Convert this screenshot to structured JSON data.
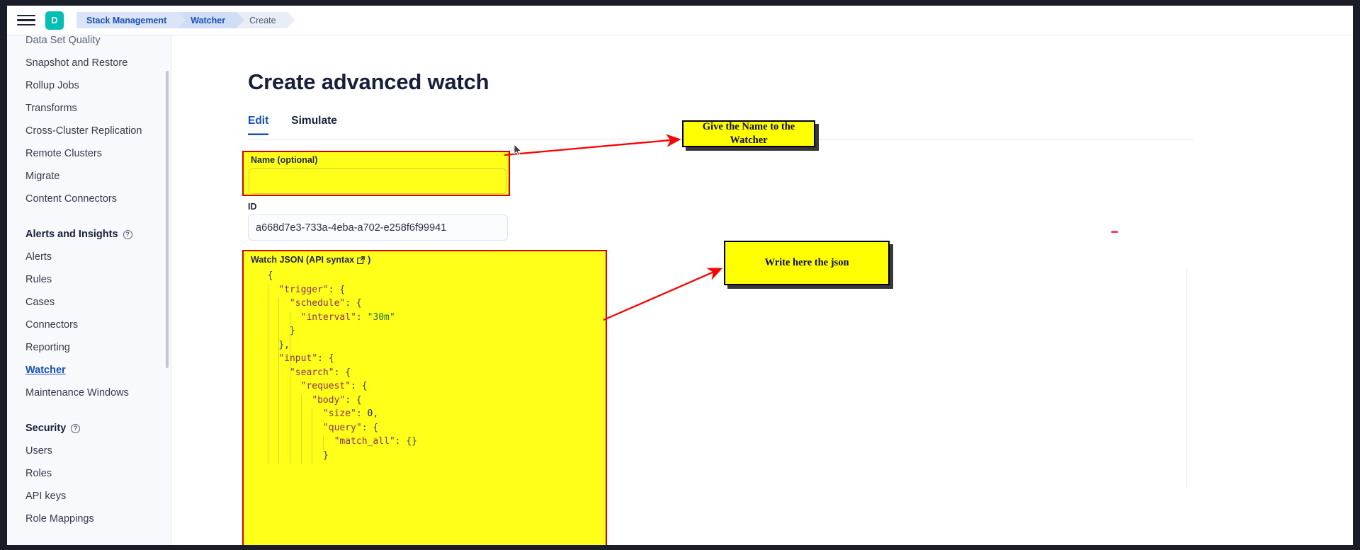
{
  "topbar": {
    "menu_icon": "hamburger-menu-icon",
    "avatar_letter": "D",
    "breadcrumbs": [
      {
        "label": "Stack Management"
      },
      {
        "label": "Watcher"
      },
      {
        "label": "Create"
      }
    ]
  },
  "sidebar": {
    "clipped_item": "Data Set Quality",
    "items": [
      {
        "label": "Snapshot and Restore"
      },
      {
        "label": "Rollup Jobs"
      },
      {
        "label": "Transforms"
      },
      {
        "label": "Cross-Cluster Replication"
      },
      {
        "label": "Remote Clusters"
      },
      {
        "label": "Migrate"
      },
      {
        "label": "Content Connectors"
      }
    ],
    "sections": [
      {
        "title": "Alerts and Insights",
        "help_icon": "question-circle-icon",
        "items": [
          {
            "label": "Alerts",
            "active": false
          },
          {
            "label": "Rules",
            "active": false
          },
          {
            "label": "Cases",
            "active": false
          },
          {
            "label": "Connectors",
            "active": false
          },
          {
            "label": "Reporting",
            "active": false
          },
          {
            "label": "Watcher",
            "active": true
          },
          {
            "label": "Maintenance Windows",
            "active": false
          }
        ]
      },
      {
        "title": "Security",
        "help_icon": "question-circle-icon",
        "items": [
          {
            "label": "Users",
            "active": false
          },
          {
            "label": "Roles",
            "active": false
          },
          {
            "label": "API keys",
            "active": false
          },
          {
            "label": "Role Mappings",
            "active": false
          }
        ]
      }
    ]
  },
  "main": {
    "title": "Create advanced watch",
    "tabs": [
      {
        "label": "Edit",
        "active": true
      },
      {
        "label": "Simulate",
        "active": false
      }
    ],
    "name_field": {
      "label": "Name (optional)",
      "value": "",
      "placeholder": ""
    },
    "id_field": {
      "label": "ID",
      "value": "a668d7e3-733a-4eba-a702-e258f6f99941"
    },
    "json_field": {
      "label": "Watch JSON (API syntax",
      "label_suffix": ")",
      "external_link_icon": "external-link-icon",
      "code_lines": [
        {
          "indent": 0,
          "parts": [
            {
              "t": "{",
              "c": "p"
            }
          ]
        },
        {
          "indent": 1,
          "parts": [
            {
              "t": "\"trigger\"",
              "c": "k"
            },
            {
              "t": ": {",
              "c": "p"
            }
          ]
        },
        {
          "indent": 2,
          "parts": [
            {
              "t": "\"schedule\"",
              "c": "k"
            },
            {
              "t": ": {",
              "c": "p"
            }
          ]
        },
        {
          "indent": 3,
          "parts": [
            {
              "t": "\"interval\"",
              "c": "k"
            },
            {
              "t": ": ",
              "c": "p"
            },
            {
              "t": "\"30m\"",
              "c": "s"
            }
          ]
        },
        {
          "indent": 2,
          "parts": [
            {
              "t": "}",
              "c": "p"
            }
          ]
        },
        {
          "indent": 1,
          "parts": [
            {
              "t": "},",
              "c": "p"
            }
          ]
        },
        {
          "indent": 1,
          "parts": [
            {
              "t": "\"input\"",
              "c": "k"
            },
            {
              "t": ": {",
              "c": "p"
            }
          ]
        },
        {
          "indent": 2,
          "parts": [
            {
              "t": "\"search\"",
              "c": "k"
            },
            {
              "t": ": {",
              "c": "p"
            }
          ]
        },
        {
          "indent": 3,
          "parts": [
            {
              "t": "\"request\"",
              "c": "k"
            },
            {
              "t": ": {",
              "c": "p"
            }
          ]
        },
        {
          "indent": 4,
          "parts": [
            {
              "t": "\"body\"",
              "c": "k"
            },
            {
              "t": ": {",
              "c": "p"
            }
          ]
        },
        {
          "indent": 5,
          "parts": [
            {
              "t": "\"size\"",
              "c": "k"
            },
            {
              "t": ": ",
              "c": "p"
            },
            {
              "t": "0",
              "c": "n"
            },
            {
              "t": ",",
              "c": "p"
            }
          ]
        },
        {
          "indent": 5,
          "parts": [
            {
              "t": "\"query\"",
              "c": "k"
            },
            {
              "t": ": {",
              "c": "p"
            }
          ]
        },
        {
          "indent": 6,
          "parts": [
            {
              "t": "\"match_all\"",
              "c": "k"
            },
            {
              "t": ": {}",
              "c": "p"
            }
          ]
        },
        {
          "indent": 5,
          "parts": [
            {
              "t": "}",
              "c": "p"
            }
          ]
        }
      ]
    }
  },
  "annotations": [
    {
      "id": "callout-name",
      "text": "Give the Name to the Watcher"
    },
    {
      "id": "callout-json",
      "text": "Write here the json"
    }
  ],
  "colors": {
    "highlight_yellow": "#ffff1a",
    "callout_yellow": "#ffff00",
    "annotation_red": "#e00000",
    "accent_blue": "#1750bc",
    "avatar_teal": "#00bfb3"
  }
}
